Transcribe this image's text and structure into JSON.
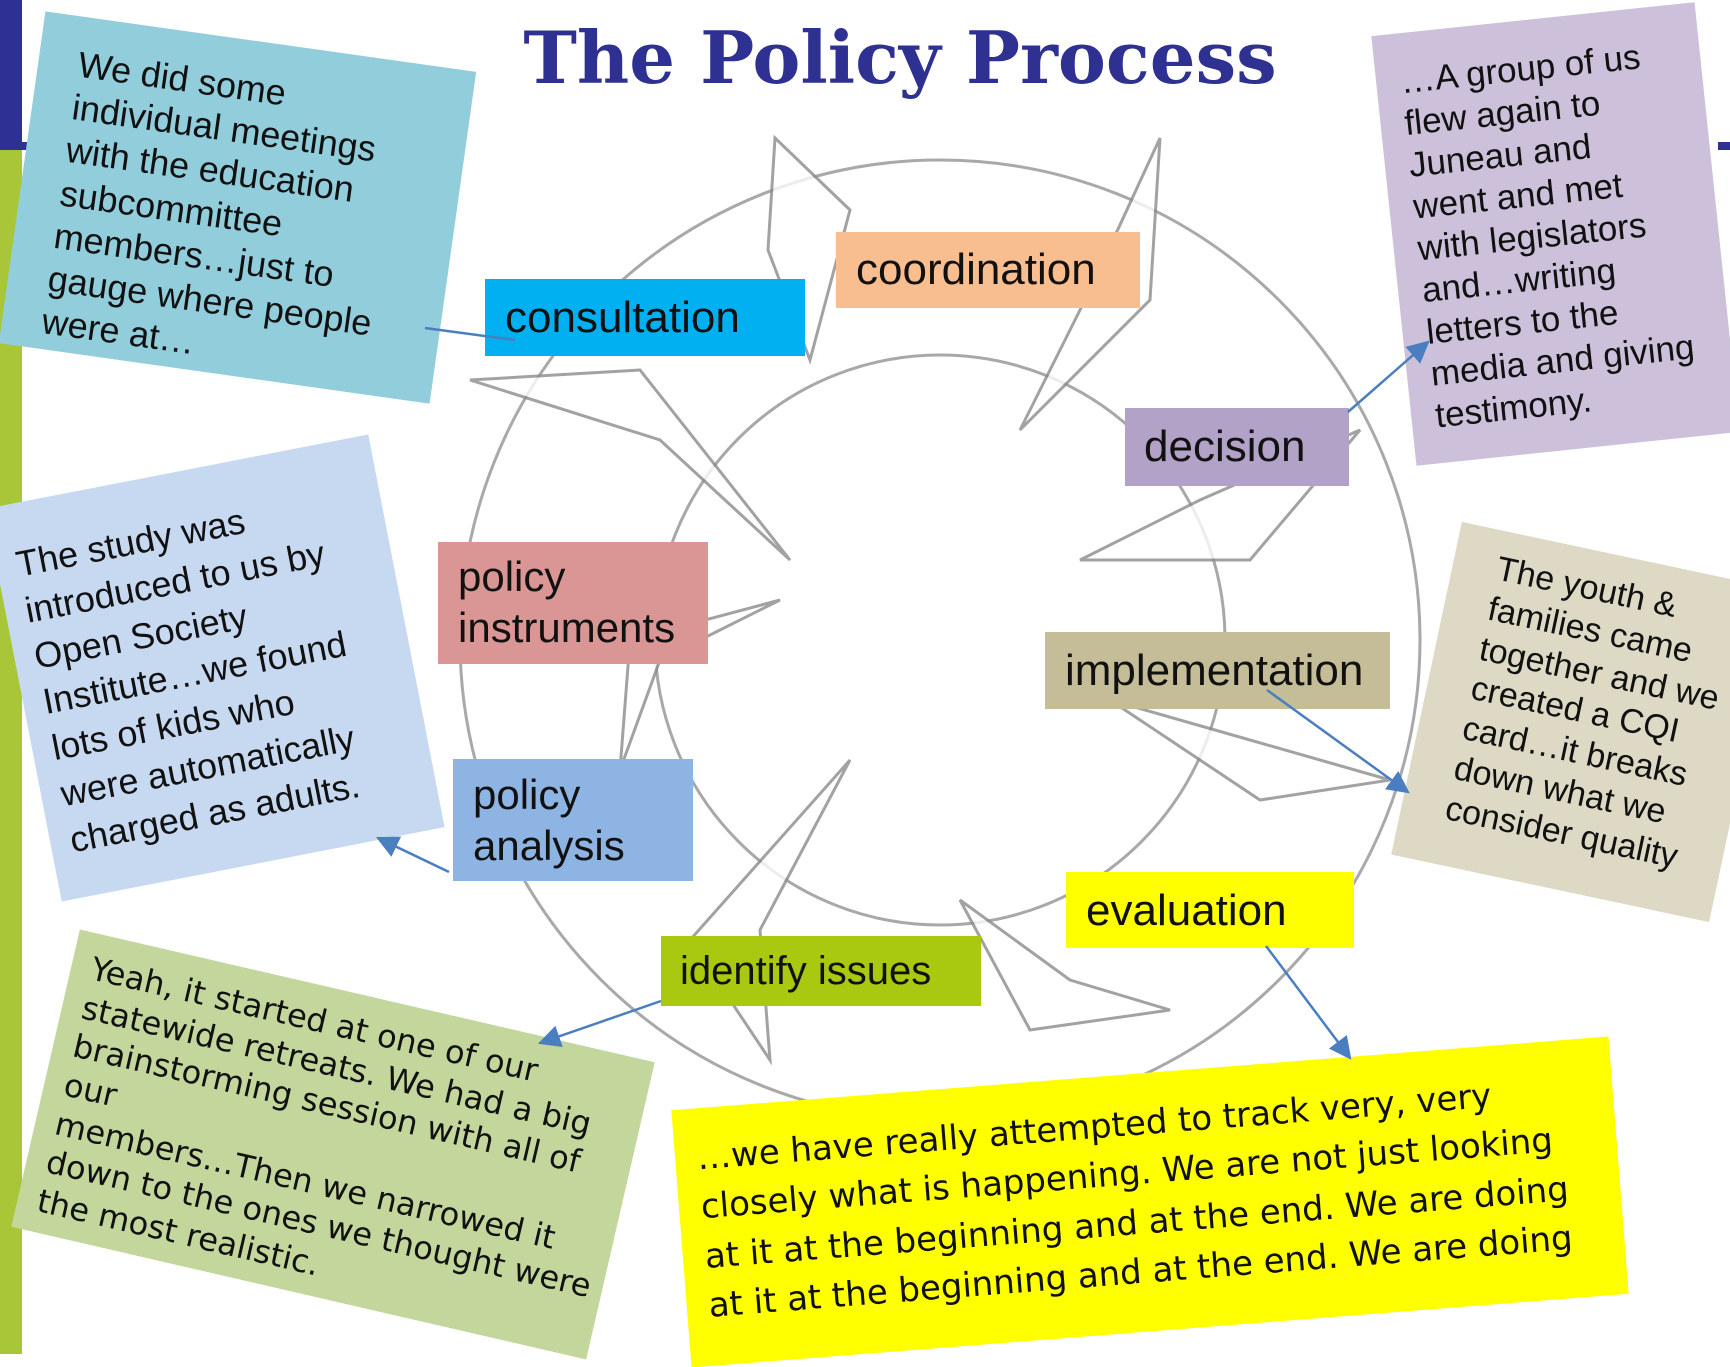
{
  "title": "The Policy Process",
  "colors": {
    "title": "#2e3192",
    "accent_navy": "#2e3192",
    "accent_green": "#a8c638",
    "connector": "#4a7ec0",
    "cycle_outline": "#8c8c8c"
  },
  "stages": {
    "consultation": {
      "label": "consultation",
      "color": "#00b0f0"
    },
    "coordination": {
      "label": "coordination",
      "color": "#f9be8f"
    },
    "decision": {
      "label": "decision",
      "color": "#b3a2c7"
    },
    "policy_instruments": {
      "line1": "policy",
      "line2": "instruments",
      "color": "#d99694"
    },
    "implementation": {
      "label": "implementation",
      "color": "#c4bd97"
    },
    "policy_analysis": {
      "line1": "policy",
      "line2": "analysis",
      "color": "#8eb4e3"
    },
    "evaluation": {
      "label": "evaluation",
      "color": "#ffff00"
    },
    "identify_issues": {
      "label": "identify issues",
      "color": "#a8c910"
    }
  },
  "notes": {
    "consultation": {
      "text": "We did some\nindividual meetings\nwith the education\nsubcommittee\nmembers…just to\ngauge where people\nwere at…",
      "color": "#92cddc"
    },
    "decision": {
      "text": "…A group of us\nflew again to\nJuneau and\nwent and met\nwith legislators\nand…writing\nletters to the\nmedia and giving\ntestimony.",
      "color": "#ccc0da"
    },
    "policy_analysis": {
      "text": "The study was\nintroduced to us by\nOpen Society\nInstitute…we found\nlots of kids who\nwere automatically\ncharged as adults.",
      "color": "#c6d9f1"
    },
    "implementation": {
      "text": "The youth &\nfamilies came\ntogether and we\ncreated a CQI\ncard…it breaks\ndown what we\nconsider quality",
      "color": "#ddd9c4"
    },
    "identify_issues": {
      "text": "Yeah, it started at one of our\nstatewide retreats.  We had a big\nbrainstorming session with all of our\nmembers…Then we narrowed it\ndown to the ones we thought were\nthe most realistic.",
      "color": "#c3d69b"
    },
    "evaluation": {
      "text": "…we have really attempted to track very, very\nclosely what is happening.  We are not just looking\nat it at the beginning and at the end.  We are doing\nat it at the beginning and at the end.  We are doing",
      "color": "#ffff00"
    }
  }
}
